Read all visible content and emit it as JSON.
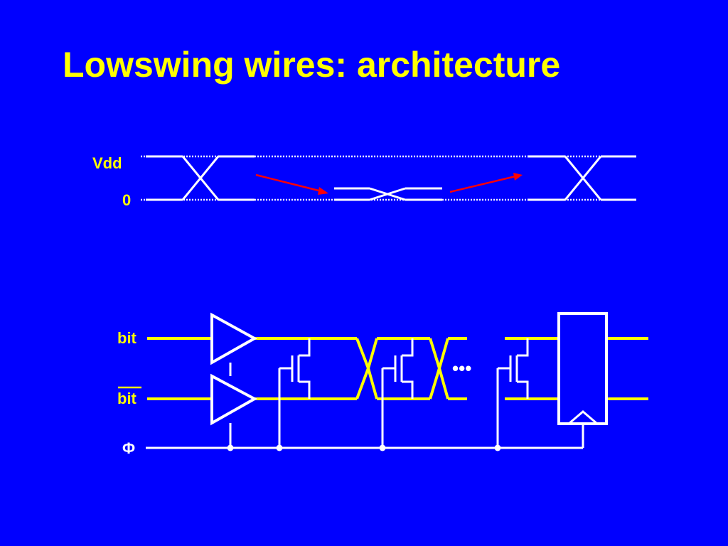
{
  "slide": {
    "title": "Lowswing wires: architecture"
  },
  "swing_diagram": {
    "labels": {
      "vdd": "Vdd",
      "zero": "0"
    }
  },
  "circuit": {
    "labels": {
      "bit": "bit",
      "bit_bar": "bit",
      "phi": "Φ"
    },
    "ellipsis": "•••"
  },
  "colors": {
    "background": "#0000ff",
    "title": "#ffff00",
    "wire_yellow": "#ffff00",
    "wire_white": "#ffffff",
    "arrow_red": "#ff0000",
    "label_white": "#ffffff",
    "label_yellow": "#ffff00"
  }
}
